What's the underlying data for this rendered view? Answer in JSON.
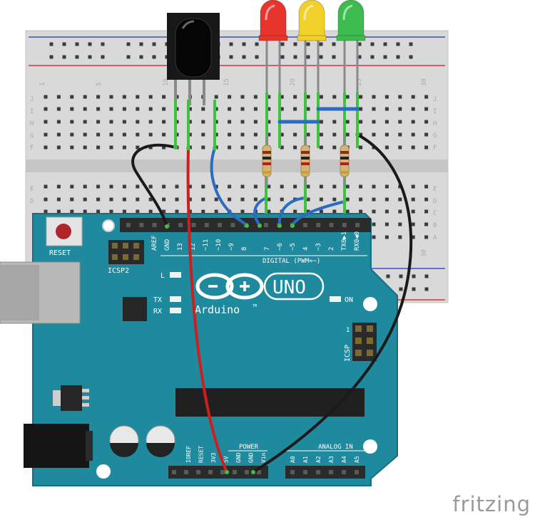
{
  "breadboard": {
    "column_numbers": [
      "1",
      "5",
      "10",
      "15",
      "20",
      "25",
      "30"
    ],
    "row_letters_top": [
      "J",
      "I",
      "H",
      "G",
      "F"
    ],
    "row_letters_bottom": [
      "E",
      "D",
      "C",
      "B",
      "A"
    ]
  },
  "arduino": {
    "reset_label": "RESET",
    "icsp2_label": "ICSP2",
    "icsp_label": "ICSP",
    "icsp_pin1": "1",
    "digital_label": "DIGITAL (PWM=~)",
    "digital_pins": [
      "AREF",
      "GND",
      "13",
      "12",
      "~11",
      "~10",
      "~9",
      "8",
      "7",
      "~6",
      "~5",
      "4",
      "~3",
      "2",
      "TX0▶1",
      "RX0◀0"
    ],
    "led_l": "L",
    "led_tx": "TX",
    "led_rx": "RX",
    "led_on": "ON",
    "brand": "Arduino",
    "tm": "TM",
    "model": "UNO",
    "power_label": "POWER",
    "power_pins": [
      "IOREF",
      "RESET",
      "3V3",
      "5V",
      "GND",
      "GND",
      "Vin"
    ],
    "analog_label": "ANALOG IN",
    "analog_pins": [
      "A0",
      "A1",
      "A2",
      "A3",
      "A4",
      "A5"
    ]
  },
  "leds": [
    {
      "color": "red",
      "hex": "#e8352b"
    },
    {
      "color": "yellow",
      "hex": "#f2d02a"
    },
    {
      "color": "green",
      "hex": "#3dbb4e"
    }
  ],
  "wires": {
    "gnd_color": "#1a1a1a",
    "vcc_color": "#cc1f1f",
    "signal_color": "#2a6cc4"
  },
  "watermark": "fritzing"
}
